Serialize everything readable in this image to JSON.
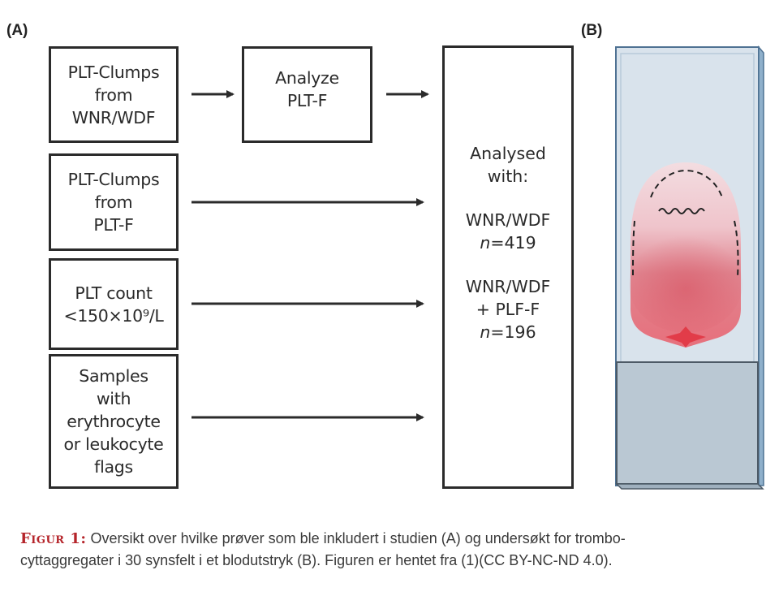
{
  "panel_a": {
    "label": "(A)",
    "input_boxes": [
      {
        "text": "PLT-Clumps\nfrom\nWNR/WDF"
      },
      {
        "text": "PLT-Clumps\nfrom\nPLT-F"
      },
      {
        "text": "PLT count\n<150×10⁹/L"
      },
      {
        "text": "Samples\nwith\nerythrocyte\nor leukocyte\nflags"
      }
    ],
    "intermediate_box": {
      "text": "Analyze\nPLT-F"
    },
    "result_box": {
      "heading_line1": "Analysed",
      "heading_line2": "with:",
      "group1_method": "WNR/WDF",
      "group1_n_prefix": "n",
      "group1_n_value": "=419",
      "group2_method_line1": "WNR/WDF",
      "group2_method_line2": "+ PLF-F",
      "group2_n_prefix": "n",
      "group2_n_value": "=196"
    },
    "colors": {
      "stroke": "#2b2b2b"
    }
  },
  "panel_b": {
    "label": "(B)",
    "illustration": "blood-smear-on-glass-slide",
    "colors": {
      "glass": "#d6e0ea",
      "glass_edge": "#4f7293",
      "frosted_end": "#b9c7d2",
      "smear_light": "#f1d3d8",
      "smear_dark": "#d9616f",
      "drop": "#e0333f"
    }
  },
  "caption": {
    "figure_label": "Figur 1:",
    "text_line1": " Oversikt over hvilke prøver som ble inkludert i studien (A) og undersøkt for trombo-",
    "text_line2": "cyttaggregater i 30 synsfelt i et blodutstryk (B). Figuren er hentet fra (1)(CC BY-NC-ND 4.0).",
    "label_color": "#b5242a"
  }
}
